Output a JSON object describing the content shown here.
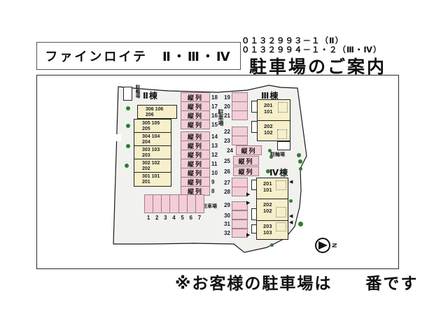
{
  "header": {
    "title": "ファインロイテ　Ⅱ・Ⅲ・Ⅳ",
    "ref_line1": "０１３２９９３－１（Ⅱ）",
    "ref_line2": "０１３２９９４－１・２（Ⅲ・Ⅳ）",
    "subtitle": "駐車場のご案内"
  },
  "footer": {
    "note_prefix": "※お客様の駐車場は",
    "note_suffix": "番です"
  },
  "labels": {
    "tandem": "縦列",
    "bike_parking": "駐輪場",
    "parking": "駐車場",
    "north": "N"
  },
  "buildings": {
    "b2": {
      "label": "Ⅱ棟",
      "rooms": [
        {
          "l1": "306 106",
          "l2": "206"
        },
        {
          "l1": "305 105",
          "l2": "205"
        },
        {
          "l1": "304 104",
          "l2": "204"
        },
        {
          "l1": "303 103",
          "l2": "203"
        },
        {
          "l1": "302 102",
          "l2": "202"
        },
        {
          "l1": "301 101",
          "l2": "201"
        }
      ]
    },
    "b3": {
      "label": "Ⅲ棟",
      "rooms": [
        {
          "l1": "201",
          "l2": "101"
        },
        {
          "l1": "202",
          "l2": "102"
        }
      ]
    },
    "b4": {
      "label": "Ⅳ棟",
      "rooms": [
        {
          "l1": "201",
          "l2": "101"
        },
        {
          "l1": "202",
          "l2": "102"
        },
        {
          "l1": "203",
          "l2": "103"
        }
      ]
    }
  },
  "stalls": {
    "col1_numbers": [
      "18",
      "17",
      "16",
      "15",
      "14",
      "13",
      "12",
      "11",
      "10",
      "9",
      "8"
    ],
    "col2_numbers": [
      "19",
      "20",
      "21",
      "22",
      "23",
      "24",
      "25",
      "26",
      "27",
      "28",
      "29",
      "30",
      "31",
      "32"
    ],
    "row_numbers": [
      "1",
      "2",
      "3",
      "4",
      "5",
      "6",
      "7"
    ]
  },
  "colors": {
    "stall_pink": "#f3cdd7",
    "stall_border": "#9b8388",
    "building_cream": "#f6efca",
    "site_gray": "#f1f1ee",
    "tree_green": "#2e7d32"
  }
}
